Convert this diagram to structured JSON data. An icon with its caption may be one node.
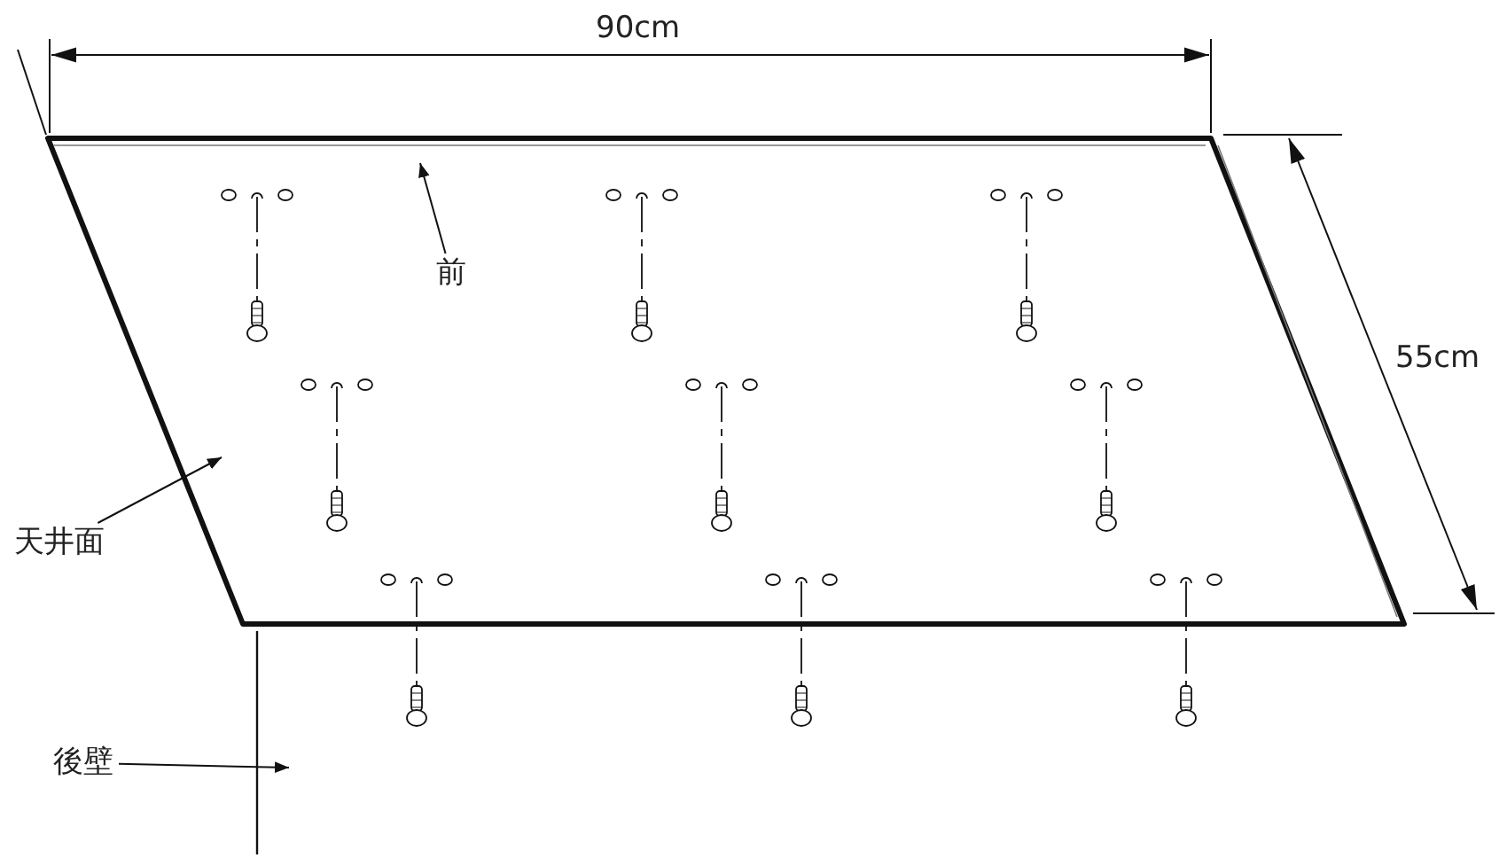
{
  "diagram": {
    "nodes": [
      {
        "text": [],
        "shape": "box"
      },
      {
        "text": [
          "前"
        ],
        "in": 0
      },
      {
        "text": [
          "天井面"
        ]
      },
      {
        "text": [
          "後壁"
        ]
      }
    ],
    "edges": [
      {
        "from": 1,
        "to": 0,
        "arrow": "to"
      },
      {
        "from": 2,
        "to": 0,
        "arrow": "to"
      },
      {
        "from": 3,
        "to": null,
        "arrow": "to"
      }
    ],
    "labels": [
      "90cm",
      "55cm"
    ]
  }
}
